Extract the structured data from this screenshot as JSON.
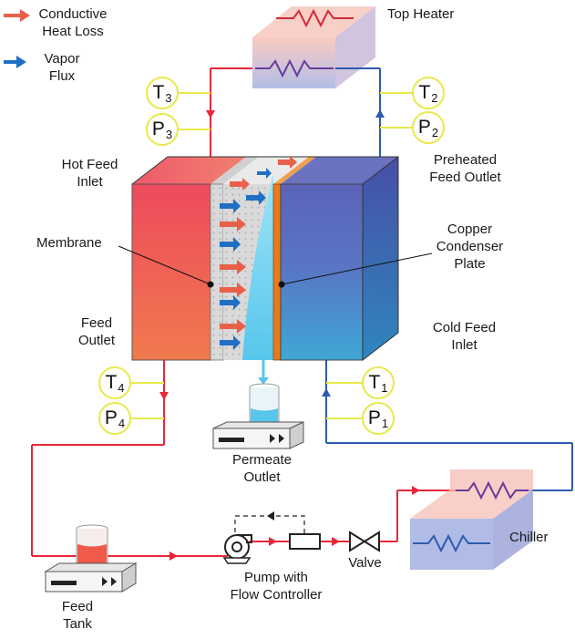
{
  "legend": {
    "conductive_heat_loss": "Conductive\nHeat Loss",
    "vapor_flux": "Vapor\nFlux"
  },
  "labels": {
    "top_heater": "Top Heater",
    "hot_feed_inlet": "Hot Feed\nInlet",
    "preheated_feed_outlet": "Preheated\nFeed Outlet",
    "membrane": "Membrane",
    "copper_condenser_plate": "Copper\nCondenser\nPlate",
    "feed_outlet": "Feed\nOutlet",
    "cold_feed_inlet": "Cold Feed\nInlet",
    "permeate_outlet": "Permeate\nOutlet",
    "chiller": "Chiller",
    "valve": "Valve",
    "pump_with_flow_controller": "Pump with\nFlow Controller",
    "feed_tank": "Feed\nTank"
  },
  "gauges": {
    "t3": {
      "letter": "T",
      "sub": "3"
    },
    "p3": {
      "letter": "P",
      "sub": "3"
    },
    "t2": {
      "letter": "T",
      "sub": "2"
    },
    "p2": {
      "letter": "P",
      "sub": "2"
    },
    "t4": {
      "letter": "T",
      "sub": "4"
    },
    "p4": {
      "letter": "P",
      "sub": "4"
    },
    "t1": {
      "letter": "T",
      "sub": "1"
    },
    "p1": {
      "letter": "P",
      "sub": "1"
    }
  },
  "colors": {
    "hot_line": "#e8283a",
    "cold_line": "#2d5bb0",
    "heat_arrow": "#e8604a",
    "vapor_arrow": "#1f6fc4",
    "gauge_ring": "#e8e84a",
    "copper": "#e87a1c",
    "hot_block": "#ef5a62",
    "cold_block": "#6a73c0"
  }
}
